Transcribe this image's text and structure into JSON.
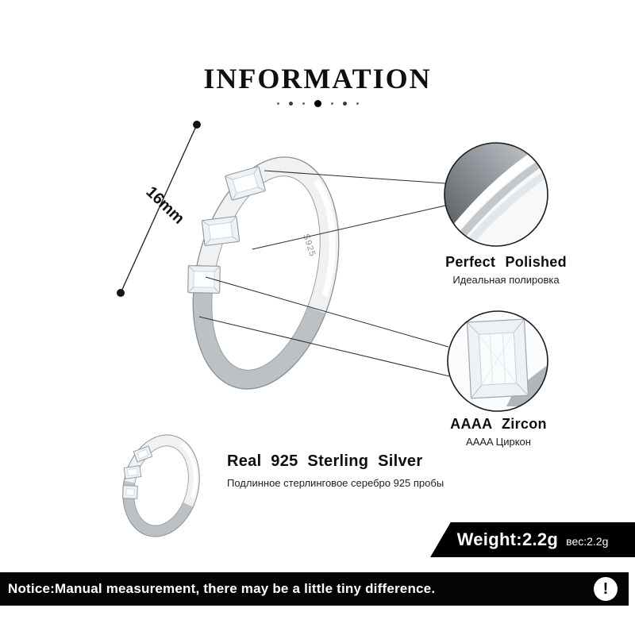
{
  "header": {
    "title": "INFORMATION"
  },
  "annotations": {
    "size_label": "16mm",
    "engraving": "S925"
  },
  "callouts": [
    {
      "title": "Perfect Polished",
      "subtitle": "Идеальная полировка"
    },
    {
      "title": "AAAA Zircon",
      "subtitle": "AAAA Циркон"
    }
  ],
  "material": {
    "title": "Real 925 Sterling Silver",
    "subtitle": "Подлинное стерлинговое серебро 925 пробы"
  },
  "weight": {
    "en": "Weight:2.2g",
    "ru": "вес:2.2g"
  },
  "notice": {
    "text": "Notice:Manual measurement, there may be a little tiny difference.",
    "icon_glyph": "!"
  },
  "colors": {
    "banner_bg": "#000000",
    "banner_text": "#ffffff",
    "line": "#1a1a1a",
    "metal_light": "#f3f5f6",
    "metal_dark": "#8d9297"
  }
}
